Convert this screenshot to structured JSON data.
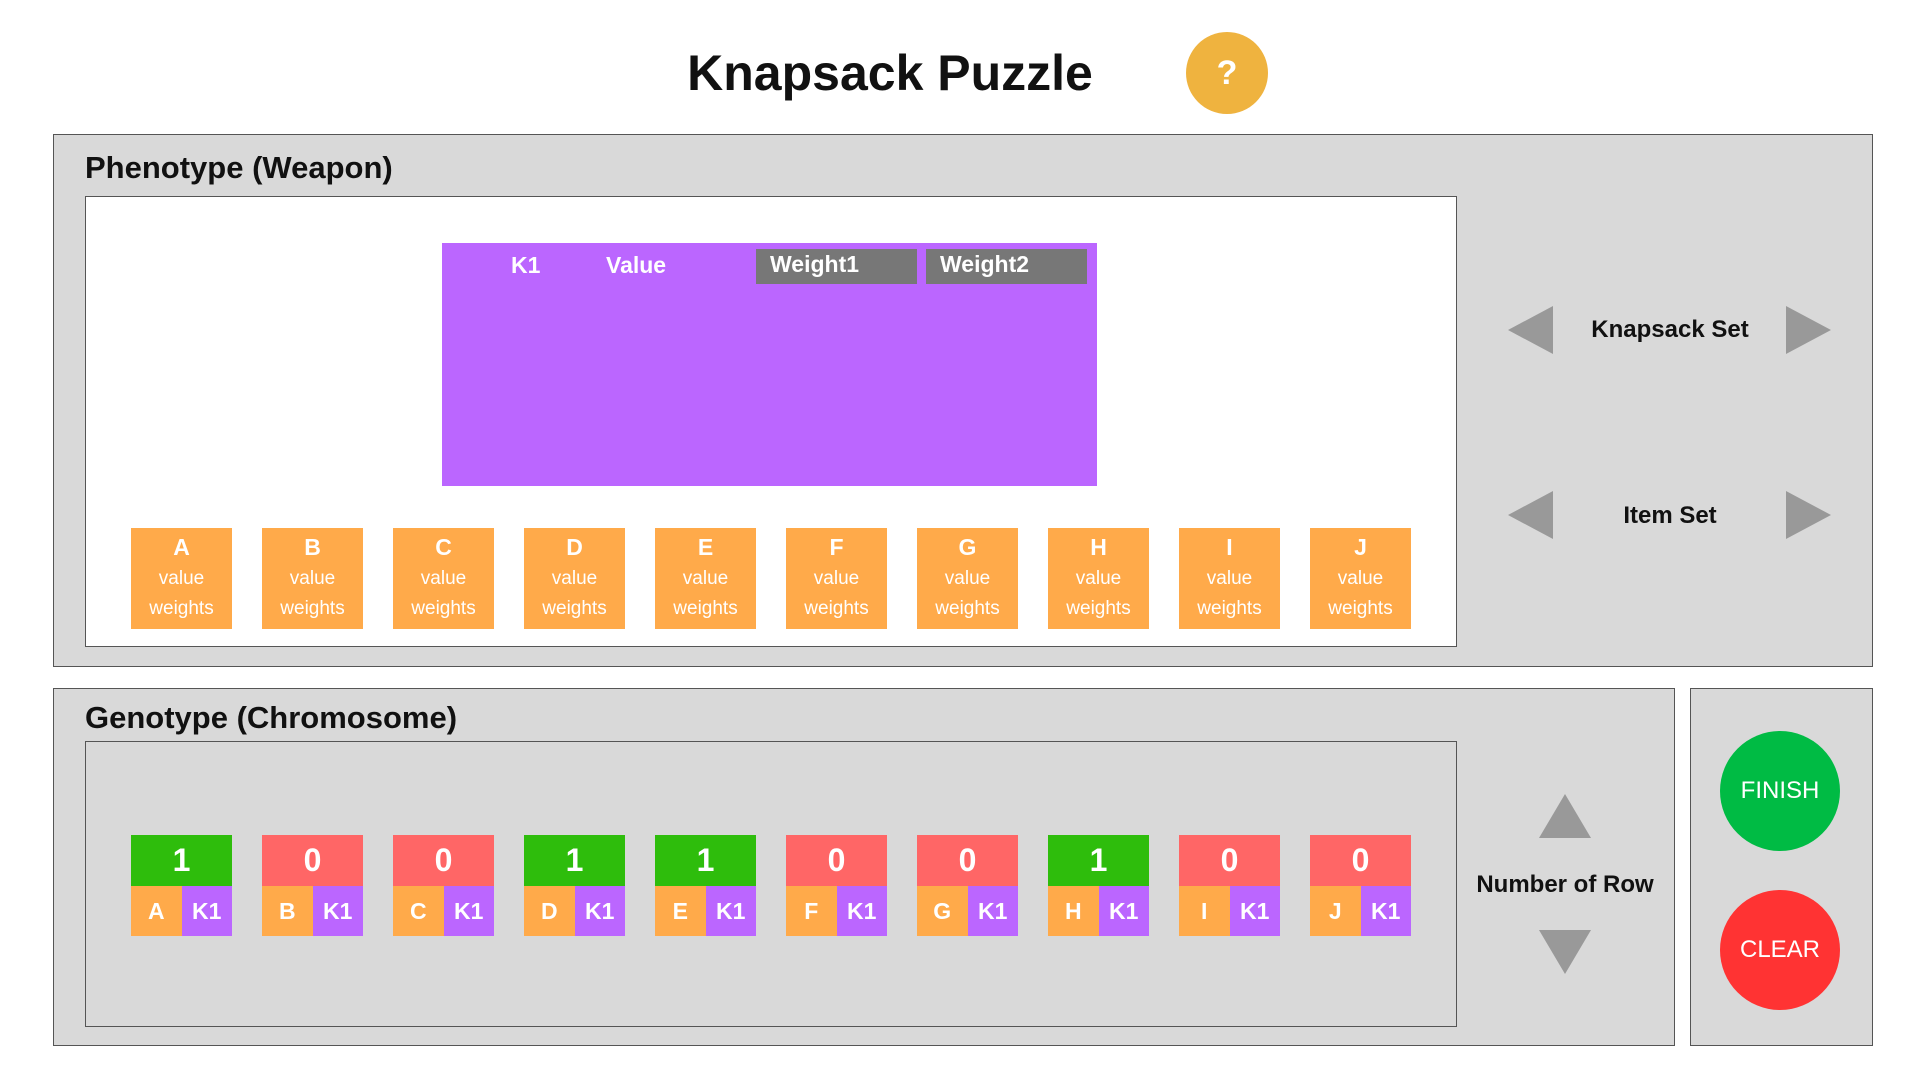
{
  "header": {
    "title": "Knapsack Puzzle",
    "help_label": "?"
  },
  "phenotype": {
    "title": "Phenotype (Weapon)",
    "knapsack": {
      "name": "K1",
      "value_label": "Value",
      "weight1_label": "Weight1",
      "weight2_label": "Weight2"
    },
    "items": [
      {
        "name": "A",
        "value": "value",
        "weights": "weights"
      },
      {
        "name": "B",
        "value": "value",
        "weights": "weights"
      },
      {
        "name": "C",
        "value": "value",
        "weights": "weights"
      },
      {
        "name": "D",
        "value": "value",
        "weights": "weights"
      },
      {
        "name": "E",
        "value": "value",
        "weights": "weights"
      },
      {
        "name": "F",
        "value": "value",
        "weights": "weights"
      },
      {
        "name": "G",
        "value": "value",
        "weights": "weights"
      },
      {
        "name": "H",
        "value": "value",
        "weights": "weights"
      },
      {
        "name": "I",
        "value": "value",
        "weights": "weights"
      },
      {
        "name": "J",
        "value": "value",
        "weights": "weights"
      }
    ]
  },
  "controls": {
    "knapsack_set_label": "Knapsack Set",
    "item_set_label": "Item Set",
    "rows_label": "Number of Row"
  },
  "genotype": {
    "title": "Genotype (Chromosome)",
    "genes": [
      {
        "bit": "1",
        "item": "A",
        "knapsack": "K1"
      },
      {
        "bit": "0",
        "item": "B",
        "knapsack": "K1"
      },
      {
        "bit": "0",
        "item": "C",
        "knapsack": "K1"
      },
      {
        "bit": "1",
        "item": "D",
        "knapsack": "K1"
      },
      {
        "bit": "1",
        "item": "E",
        "knapsack": "K1"
      },
      {
        "bit": "0",
        "item": "F",
        "knapsack": "K1"
      },
      {
        "bit": "0",
        "item": "G",
        "knapsack": "K1"
      },
      {
        "bit": "1",
        "item": "H",
        "knapsack": "K1"
      },
      {
        "bit": "0",
        "item": "I",
        "knapsack": "K1"
      },
      {
        "bit": "0",
        "item": "J",
        "knapsack": "K1"
      }
    ]
  },
  "actions": {
    "finish_label": "FINISH",
    "clear_label": "CLEAR"
  },
  "colors": {
    "panel_bg": "#d9d9d9",
    "help": "#efb33f",
    "knapsack": "#bb66ff",
    "item": "#ffaa4a",
    "weight_header": "#777777",
    "bit_on": "#2ebd0c",
    "bit_off": "#ff6666",
    "finish": "#00bb44",
    "clear": "#ff3333",
    "arrow": "#999999"
  }
}
